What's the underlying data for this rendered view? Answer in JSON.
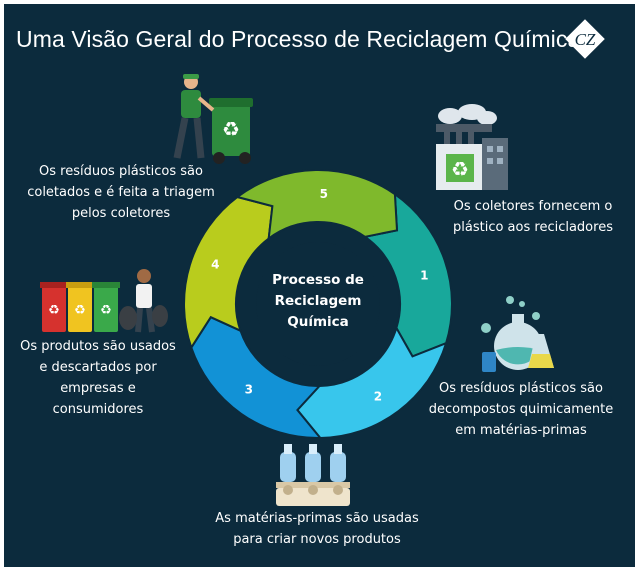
{
  "title": "Uma Visão Geral do Processo de Reciclagem Química",
  "logo": {
    "text": "CZ",
    "icon": "cz-logo-diamond"
  },
  "center": {
    "lines": [
      "Processo de",
      "Reciclagem",
      "Química"
    ]
  },
  "steps": [
    {
      "number": "1",
      "color": "#18a89b",
      "icon": "factory-recycle-icon",
      "description": [
        "Os coletores fornecem o",
        "plástico aos recicladores"
      ]
    },
    {
      "number": "2",
      "color": "#38c6ec",
      "icon": "chemistry-flasks-icon",
      "description": [
        "Os resíduos plásticos são",
        "decompostos quimicamente",
        "em matérias-primas"
      ]
    },
    {
      "number": "3",
      "color": "#1292d6",
      "icon": "bottles-conveyor-icon",
      "description": [
        "As matérias-primas são usadas",
        "para criar novos produtos"
      ]
    },
    {
      "number": "4",
      "color": "#b9cc1d",
      "icon": "recycle-bins-person-icon",
      "description": [
        "Os produtos são usados",
        "e descartados por",
        "empresas e",
        "consumidores"
      ]
    },
    {
      "number": "5",
      "color": "#7fb92c",
      "icon": "waste-collector-bin-icon",
      "description": [
        "Os resíduos plásticos são",
        "coletados e é feita a triagem",
        "pelos coletores"
      ]
    }
  ]
}
